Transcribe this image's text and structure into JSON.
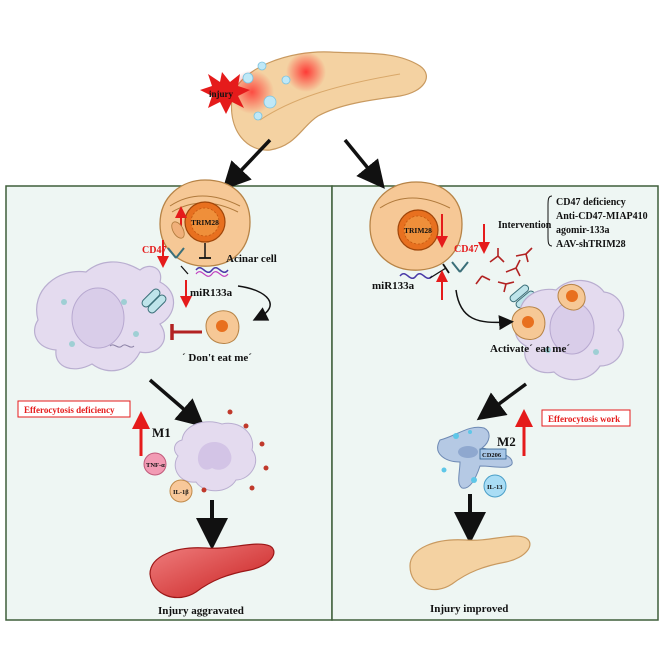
{
  "labels": {
    "injury": "injury",
    "trim28_left": "TRIM28",
    "trim28_right": "TRIM28",
    "cd47_left": "CD47",
    "cd47_right": "CD47",
    "acinar_cell": "Acinar cell",
    "mir133a_left": "miR133a",
    "mir133a_right": "miR133a",
    "dont_eat_me": "´ Don't eat me´",
    "activate_eat_me": "Activate´ eat me´",
    "efferocytosis_deficiency": "Efferocytosis  deficiency",
    "efferocytosis_work": "Efferocytosis  work",
    "m1": "M1",
    "m2": "M2",
    "tnf": "TNF-α",
    "il1b": "IL-1β",
    "cd206": "CD206",
    "il13": "IL-13",
    "injury_aggravated": "Injury aggravated",
    "injury_improved": "Injury improved",
    "intervention": "Intervention"
  },
  "interventions": [
    "CD47 deficiency",
    "Anti-CD47-MIAP410",
    "agomir-133a",
    "AAV-shTRIM28"
  ],
  "colors": {
    "panel_bg": "#eef6f3",
    "panel_border": "#3f5f3a",
    "acinar_fill": "#f6c896",
    "nucleus": "#e8701f",
    "macrophage": "#e4dbef",
    "red_arrow": "#e51b1b",
    "pancreas_healthy": "#f4d2a2",
    "pancreas_injured": "#e23a3a"
  }
}
